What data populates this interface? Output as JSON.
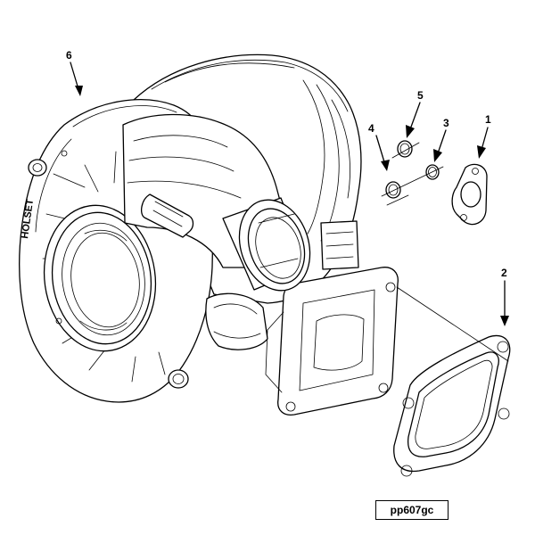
{
  "diagram": {
    "reference_code": "pp607gc",
    "brand_mark": "HOLSET",
    "callouts": [
      {
        "id": "callout-1",
        "label": "1"
      },
      {
        "id": "callout-2",
        "label": "2"
      },
      {
        "id": "callout-3",
        "label": "3"
      },
      {
        "id": "callout-4",
        "label": "4"
      },
      {
        "id": "callout-5",
        "label": "5"
      },
      {
        "id": "callout-6",
        "label": "6"
      }
    ],
    "colors": {
      "line": "#000000",
      "background": "#ffffff"
    }
  }
}
